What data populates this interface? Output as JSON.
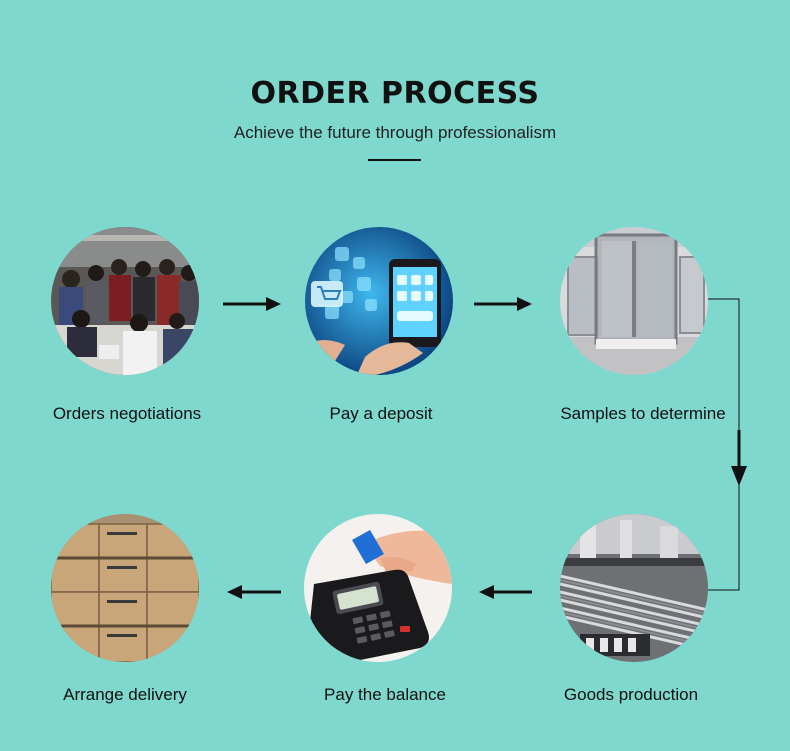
{
  "header": {
    "title": "ORDER PROCESS",
    "subtitle": "Achieve the future through professionalism"
  },
  "steps": [
    {
      "label": "Orders negotiations",
      "icon": "meeting-photo"
    },
    {
      "label": "Pay a deposit",
      "icon": "mobile-payment-photo"
    },
    {
      "label": "Samples to determine",
      "icon": "shower-enclosure-photo"
    },
    {
      "label": "Goods production",
      "icon": "aluminum-profiles-photo"
    },
    {
      "label": "Pay the balance",
      "icon": "card-terminal-photo"
    },
    {
      "label": "Arrange delivery",
      "icon": "cartons-pallet-photo"
    }
  ],
  "colors": {
    "background": "#7ed8cd",
    "text": "#111111",
    "arrow": "#111111"
  }
}
